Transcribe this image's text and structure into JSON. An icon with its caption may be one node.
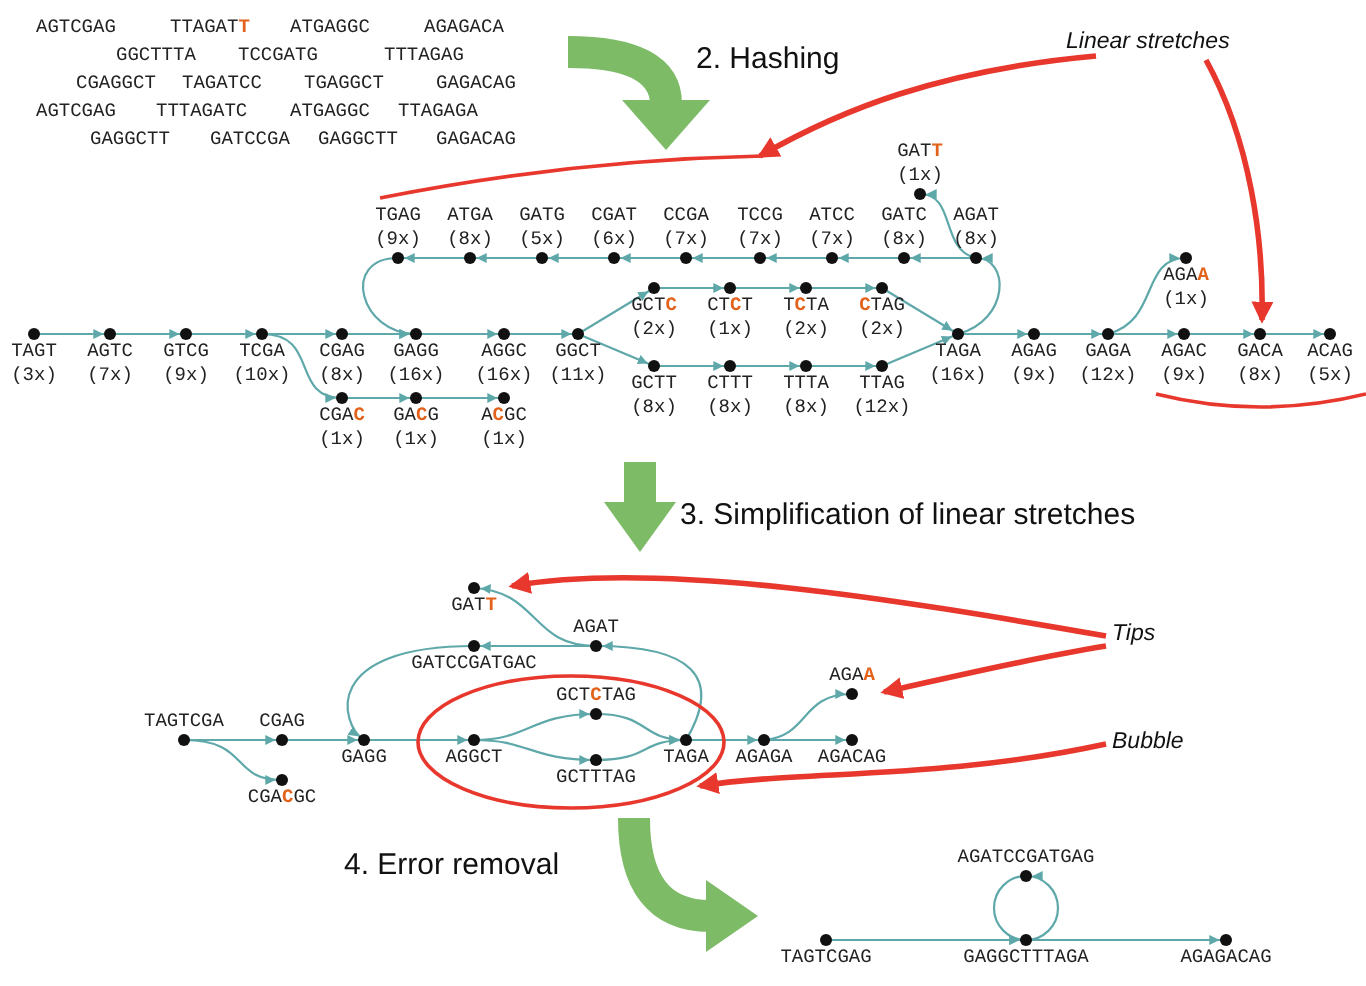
{
  "diagram": {
    "nodes": [
      {
        "text": [
          "TGAG",
          "(9x)"
        ]
      },
      {
        "text": [
          "ATGA",
          "(8x)"
        ]
      },
      {
        "text": [
          "GATG",
          "(5x)"
        ]
      },
      {
        "text": [
          "CGAT",
          "(6x)"
        ]
      },
      {
        "text": [
          "CCGA",
          "(7x)"
        ]
      },
      {
        "text": [
          "TCCG",
          "(7x)"
        ]
      },
      {
        "text": [
          "ATCC",
          "(7x)"
        ]
      },
      {
        "text": [
          "GATC",
          "(8x)"
        ]
      },
      {
        "text": [
          "AGAT",
          "(8x)"
        ]
      },
      {
        "text": [
          "GAT**T**",
          "(1x)"
        ]
      },
      {
        "text": [
          "TAGT",
          "(3x)"
        ]
      },
      {
        "text": [
          "AGTC",
          "(7x)"
        ]
      },
      {
        "text": [
          "GTCG",
          "(9x)"
        ]
      },
      {
        "text": [
          "TCGA",
          "(10x)"
        ]
      },
      {
        "text": [
          "CGAG",
          "(8x)"
        ]
      },
      {
        "text": [
          "GAGG",
          "(16x)"
        ]
      },
      {
        "text": [
          "AGGC",
          "(16x)"
        ]
      },
      {
        "text": [
          "GGCT",
          "(11x)"
        ]
      },
      {
        "text": [
          "GCT**C**",
          "(2x)"
        ]
      },
      {
        "text": [
          "CT**C**T",
          "(1x)"
        ]
      },
      {
        "text": [
          "T**C**TA",
          "(2x)"
        ]
      },
      {
        "text": [
          "**C**TAG",
          "(2x)"
        ]
      },
      {
        "text": [
          "TAGA",
          "(16x)"
        ]
      },
      {
        "text": [
          "AGAG",
          "(9x)"
        ]
      },
      {
        "text": [
          "GAGA",
          "(12x)"
        ]
      },
      {
        "text": [
          "AGA**A**",
          "(1x)"
        ]
      },
      {
        "text": [
          "AGAC",
          "(9x)"
        ]
      },
      {
        "text": [
          "GACA",
          "(8x)"
        ]
      },
      {
        "text": [
          "ACAG",
          "(5x)"
        ]
      },
      {
        "text": [
          "GCTT",
          "(8x)"
        ]
      },
      {
        "text": [
          "CTTT",
          "(8x)"
        ]
      },
      {
        "text": [
          "TTTA",
          "(8x)"
        ]
      },
      {
        "text": [
          "TTAG",
          "(12x)"
        ]
      },
      {
        "text": [
          "CGA**C**",
          "(1x)"
        ]
      },
      {
        "text": [
          "GA**C**G",
          "(1x)"
        ]
      },
      {
        "text": [
          "A**C**GC",
          "(1x)"
        ]
      },
      {
        "text": [
          "Linear stretches"
        ]
      },
      {
        "text": [
          "GAT**T**"
        ]
      },
      {
        "text": [
          "AGAT"
        ]
      },
      {
        "text": [
          "GATCCGATGAC"
        ]
      },
      {
        "text": [
          "TAGTCGA"
        ]
      },
      {
        "text": [
          "CGAG"
        ]
      },
      {
        "text": [],
        "shape": "ellipse"
      },
      {
        "text": [
          "GCT**C**TAG"
        ],
        "in": 42
      },
      {
        "text": [
          "AGGCT"
        ],
        "in": 42
      },
      {
        "text": [
          "TAGA"
        ],
        "in": 42
      },
      {
        "text": [
          "GCTTTAG"
        ],
        "in": 42
      },
      {
        "text": [
          "GAGG"
        ]
      },
      {
        "text": [
          "AGAGA"
        ]
      },
      {
        "text": [
          "AGA**A**"
        ]
      },
      {
        "text": [
          "AGACAG"
        ]
      },
      {
        "text": [
          "CGA**C**GC"
        ]
      },
      {
        "text": [
          "Tips"
        ]
      },
      {
        "text": [
          "Bubble"
        ]
      },
      {
        "text": [
          "AGATCCGATGAG"
        ]
      },
      {
        "text": [
          "TAGTCGAG"
        ]
      },
      {
        "text": [
          "GAGGCTTTAGA"
        ]
      },
      {
        "text": [
          "AGAGACAG"
        ]
      },
      {
        "text": [],
        "shape": "arc"
      }
    ],
    "edges": [
      {
        "from": 10,
        "to": 11,
        "arrow": "to"
      },
      {
        "from": 11,
        "to": 12,
        "arrow": "to"
      },
      {
        "from": 12,
        "to": 13,
        "arrow": "to"
      },
      {
        "from": 13,
        "to": 14,
        "arrow": "to"
      },
      {
        "from": 14,
        "to": 15,
        "arrow": "to"
      },
      {
        "from": 13,
        "to": 33,
        "arrow": "to"
      },
      {
        "from": 33,
        "to": 34,
        "arrow": "to"
      },
      {
        "from": 34,
        "to": 35,
        "arrow": "to"
      },
      {
        "from": 15,
        "to": 16,
        "arrow": "to"
      },
      {
        "from": 16,
        "to": 17,
        "arrow": "to"
      },
      {
        "from": 17,
        "to": 18,
        "arrow": "to"
      },
      {
        "from": 18,
        "to": 19,
        "arrow": "to"
      },
      {
        "from": 19,
        "to": 20,
        "arrow": "to"
      },
      {
        "from": 20,
        "to": 21,
        "arrow": "to"
      },
      {
        "from": 21,
        "to": 22,
        "arrow": "to"
      },
      {
        "from": 17,
        "to": 29,
        "arrow": "to"
      },
      {
        "from": 29,
        "to": 30,
        "arrow": "to"
      },
      {
        "from": 30,
        "to": 31,
        "arrow": "to"
      },
      {
        "from": 31,
        "to": 32,
        "arrow": "to"
      },
      {
        "from": 32,
        "to": 22,
        "arrow": "to"
      },
      {
        "from": 22,
        "to": 8,
        "arrow": "to"
      },
      {
        "from": 8,
        "to": 7,
        "arrow": "to"
      },
      {
        "from": 7,
        "to": 6,
        "arrow": "to"
      },
      {
        "from": 6,
        "to": 5,
        "arrow": "to"
      },
      {
        "from": 5,
        "to": 4,
        "arrow": "to"
      },
      {
        "from": 4,
        "to": 3,
        "arrow": "to"
      },
      {
        "from": 3,
        "to": 2,
        "arrow": "to"
      },
      {
        "from": 2,
        "to": 1,
        "arrow": "to"
      },
      {
        "from": 1,
        "to": 0,
        "arrow": "to"
      },
      {
        "from": 0,
        "to": 15,
        "arrow": "to"
      },
      {
        "from": 8,
        "to": 9,
        "arrow": "to"
      },
      {
        "from": 22,
        "to": 23,
        "arrow": "to"
      },
      {
        "from": 23,
        "to": 24,
        "arrow": "to"
      },
      {
        "from": 24,
        "to": 26,
        "arrow": "to"
      },
      {
        "from": 26,
        "to": 27,
        "arrow": "to"
      },
      {
        "from": 27,
        "to": 28,
        "arrow": "to"
      },
      {
        "from": 24,
        "to": 25,
        "arrow": "to"
      },
      {
        "from": 36,
        "to": 58,
        "arrow": "to",
        "style": "thick",
        "color": "#e8372c"
      },
      {
        "from": 36,
        "to": 27,
        "arrow": "to",
        "style": "thick",
        "color": "#e8372c"
      },
      {
        "from": 40,
        "to": 41,
        "arrow": "to"
      },
      {
        "from": 40,
        "to": 51,
        "arrow": "to"
      },
      {
        "from": 41,
        "to": 47,
        "arrow": "to"
      },
      {
        "from": 47,
        "to": 44,
        "arrow": "to"
      },
      {
        "from": 44,
        "to": 43,
        "arrow": "to"
      },
      {
        "from": 44,
        "to": 46,
        "arrow": "to"
      },
      {
        "from": 43,
        "to": 45,
        "arrow": "to"
      },
      {
        "from": 46,
        "to": 45,
        "arrow": "to"
      },
      {
        "from": 45,
        "to": 48,
        "arrow": "to"
      },
      {
        "from": 48,
        "to": 50,
        "arrow": "to"
      },
      {
        "from": 48,
        "to": 49,
        "arrow": "to"
      },
      {
        "from": 45,
        "to": 38,
        "arrow": "to"
      },
      {
        "from": 38,
        "to": 39,
        "arrow": "to"
      },
      {
        "from": 39,
        "to": 47,
        "arrow": "to"
      },
      {
        "from": 38,
        "to": 37,
        "arrow": "to"
      },
      {
        "from": 52,
        "to": 37,
        "arrow": "to",
        "style": "thick",
        "color": "#e8372c"
      },
      {
        "from": 52,
        "to": 49,
        "arrow": "to",
        "style": "thick",
        "color": "#e8372c"
      },
      {
        "from": 53,
        "to": 42,
        "arrow": "to",
        "style": "thick",
        "color": "#e8372c"
      },
      {
        "from": 55,
        "to": 56,
        "arrow": "to"
      },
      {
        "from": 56,
        "to": 54,
        "arrow": "to"
      },
      {
        "from": 54,
        "to": 56,
        "arrow": "to"
      },
      {
        "from": 56,
        "to": 57,
        "arrow": "to"
      }
    ],
    "labels": [
      "AGTCGAG",
      "TTAGAT**T**",
      "ATGAGGC",
      "AGAGACA",
      "GGCTTTA",
      "TCCGATG",
      "TTTAGAG",
      "CGAGGCT",
      "TAGATCC",
      "TGAGGCT",
      "GAGACAG",
      "AGTCGAG",
      "TTTAGATC",
      "ATGAGGC",
      "TTAGAGA",
      "GAGGCTT",
      "GATCCGA",
      "GAGGCTT",
      "GAGACAG",
      "2. Hashing",
      "3. Simplification of linear stretches",
      "4. Error removal"
    ]
  }
}
